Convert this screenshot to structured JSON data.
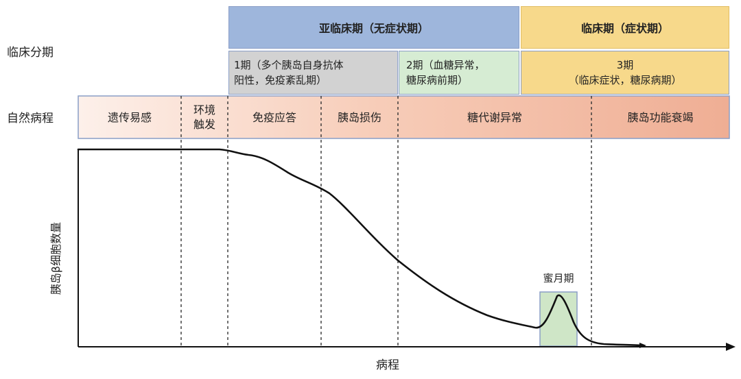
{
  "rows": {
    "clinical_staging": "临床分期",
    "natural_course": "自然病程"
  },
  "phases": {
    "subclinical": "亚临床期（无症状期）",
    "clinical": "临床期（症状期）"
  },
  "stages": {
    "stage1": "1期（多个胰岛自身抗体\n阳性，免疫紊乱期）",
    "stage2": "2期（血糖异常，\n糖尿病前期）",
    "stage3": "3期\n（临床症状，糖尿病期）"
  },
  "course_items": [
    "遗传易感",
    "环境\n触发",
    "免疫应答",
    "胰岛损伤",
    "糖代谢异常",
    "胰岛功能衰竭"
  ],
  "axes": {
    "y_label": "胰岛β细胞数量",
    "x_label": "病程"
  },
  "annotation": {
    "honeymoon": "蜜月期"
  },
  "colors": {
    "subclinical": "#9eb6dc",
    "clinical": "#f7d98b",
    "stage1": "#d2d2d2",
    "stage2": "#d6ecd3",
    "course_gradient_start": "#fdf0ea",
    "course_gradient_end": "#efae94",
    "honeymoon_fill": "#cfe6c7"
  }
}
